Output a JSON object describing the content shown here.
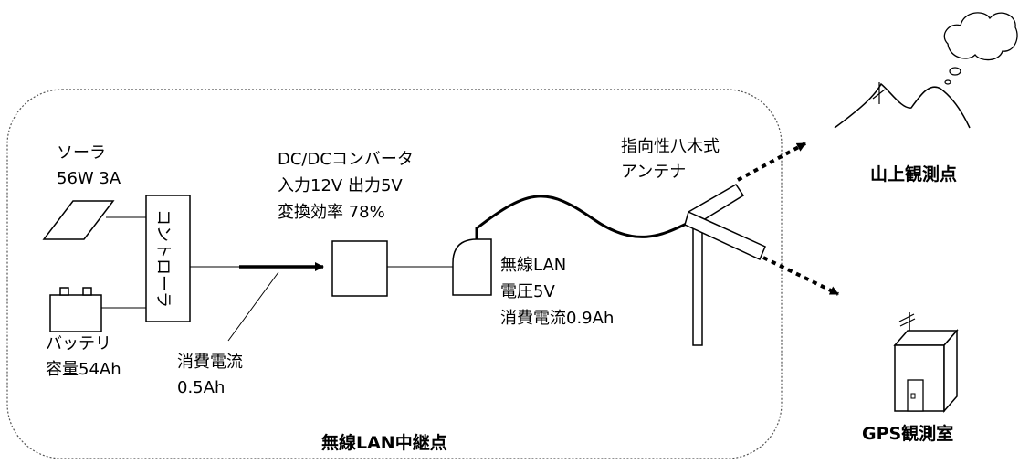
{
  "solar": {
    "line1": "ソーラ",
    "line2": "56W  3A"
  },
  "battery": {
    "line1": "バッテリ",
    "line2": "容量54Ah"
  },
  "controller": {
    "label": "コントローラ"
  },
  "current_out": {
    "line1": "消費電流",
    "line2": "0.5Ah"
  },
  "converter": {
    "line1": "DC/DCコンバータ",
    "line2": "入力12V  出力5V",
    "line3": "変換効率  78%"
  },
  "wlan": {
    "line1": "無線LAN",
    "line2": "電圧5V",
    "line3": "消費電流0.9Ah"
  },
  "antenna": {
    "line1": "指向性八木式",
    "line2": "アンテナ"
  },
  "mountain_station": {
    "label": "山上観測点"
  },
  "gps_room": {
    "label": "GPS観測室"
  },
  "relay": {
    "label": "無線LAN中継点"
  }
}
